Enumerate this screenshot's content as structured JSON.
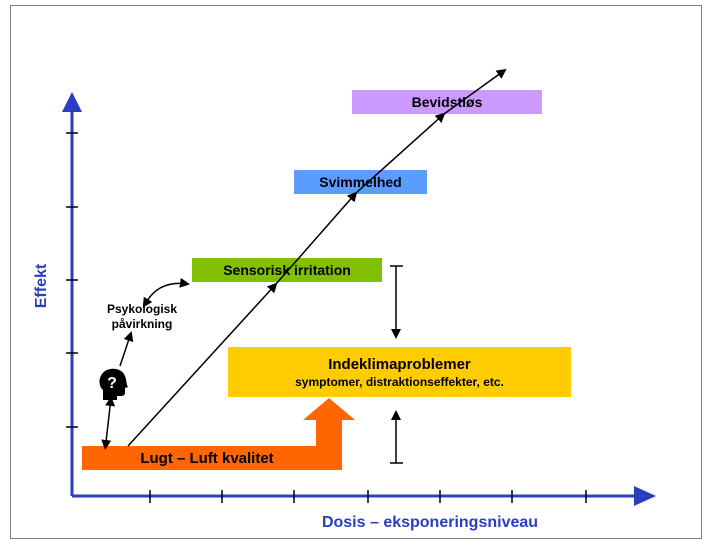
{
  "colors": {
    "axis": "#2a3ec0",
    "bevidstlos": "#cc99ff",
    "svimmelhed": "#5a9cff",
    "sensorisk": "#80c000",
    "indeklima": "#ffcc00",
    "lugt": "#ff6600"
  },
  "axes": {
    "x_label": "Dosis – eksponeringsniveau",
    "y_label": "Effekt"
  },
  "boxes": {
    "bevidstlos": "Bevidstløs",
    "svimmelhed": "Svimmelhed",
    "sensorisk": "Sensorisk irritation",
    "indeklima_title": "Indeklimaproblemer",
    "indeklima_sub": "symptomer, distraktionseffekter, etc.",
    "lugt": "Lugt – Luft kvalitet"
  },
  "psyk": {
    "line1": "Psykologisk",
    "line2": "påvirkning"
  },
  "icons": {
    "head": "head-question-icon"
  }
}
